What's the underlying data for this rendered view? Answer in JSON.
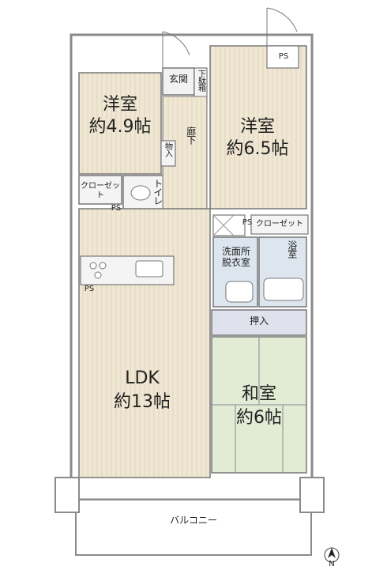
{
  "rooms": {
    "western_room_1": {
      "name": "洋室",
      "size": "約4.9帖"
    },
    "western_room_2": {
      "name": "洋室",
      "size": "約6.5帖"
    },
    "ldk": {
      "name": "LDK",
      "size": "約13帖"
    },
    "japanese_room": {
      "name": "和室",
      "size": "約6帖"
    }
  },
  "labels": {
    "entrance": "玄関",
    "shoe_cabinet": "下駄箱",
    "corridor": "廊下",
    "storage": "物入",
    "closet_left": "クローゼット",
    "closet_right": "クローゼット",
    "toilet": "トイレ",
    "washroom": "洗面所\n脱衣室",
    "bath": "浴室",
    "oshiire": "押入",
    "balcony": "バルコニー",
    "ps_top": "PS",
    "ps_mid": "PS",
    "ps_left": "PS",
    "ps_kitchen": "PS",
    "north": "N"
  },
  "colors": {
    "floor_wood": "#efe7d3",
    "floor_stripe": "#e4d9bf",
    "tatami": "#e2ecd4",
    "oshiire": "#dfe1ec",
    "wet_area": "#dde6ef",
    "wall": "#8a8a8a",
    "balcony": "#ffffff"
  }
}
